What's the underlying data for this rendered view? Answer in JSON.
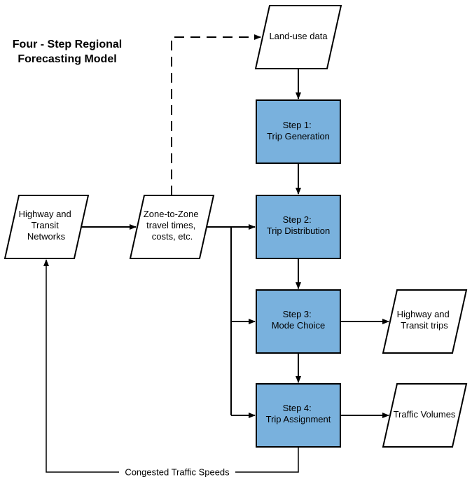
{
  "title": {
    "line1": "Four - Step Regional",
    "line2": "Forecasting Model"
  },
  "colors": {
    "step_fill": "#79b1dd",
    "stroke": "#000000",
    "io_fill": "#ffffff"
  },
  "io": {
    "land_use": [
      "Land-use data"
    ],
    "networks": [
      "Highway and",
      "Transit",
      "Networks"
    ],
    "zone": [
      "Zone-to-Zone",
      "travel times,",
      "costs, etc."
    ],
    "trips": [
      "Highway and",
      "Transit trips"
    ],
    "volumes": [
      "Traffic Volumes"
    ]
  },
  "steps": {
    "step1": [
      "Step 1:",
      "Trip Generation"
    ],
    "step2": [
      "Step 2:",
      "Trip Distribution"
    ],
    "step3": [
      "Step 3:",
      "Mode Choice"
    ],
    "step4": [
      "Step 4:",
      "Trip Assignment"
    ]
  },
  "feedback_label": "Congested Traffic Speeds"
}
